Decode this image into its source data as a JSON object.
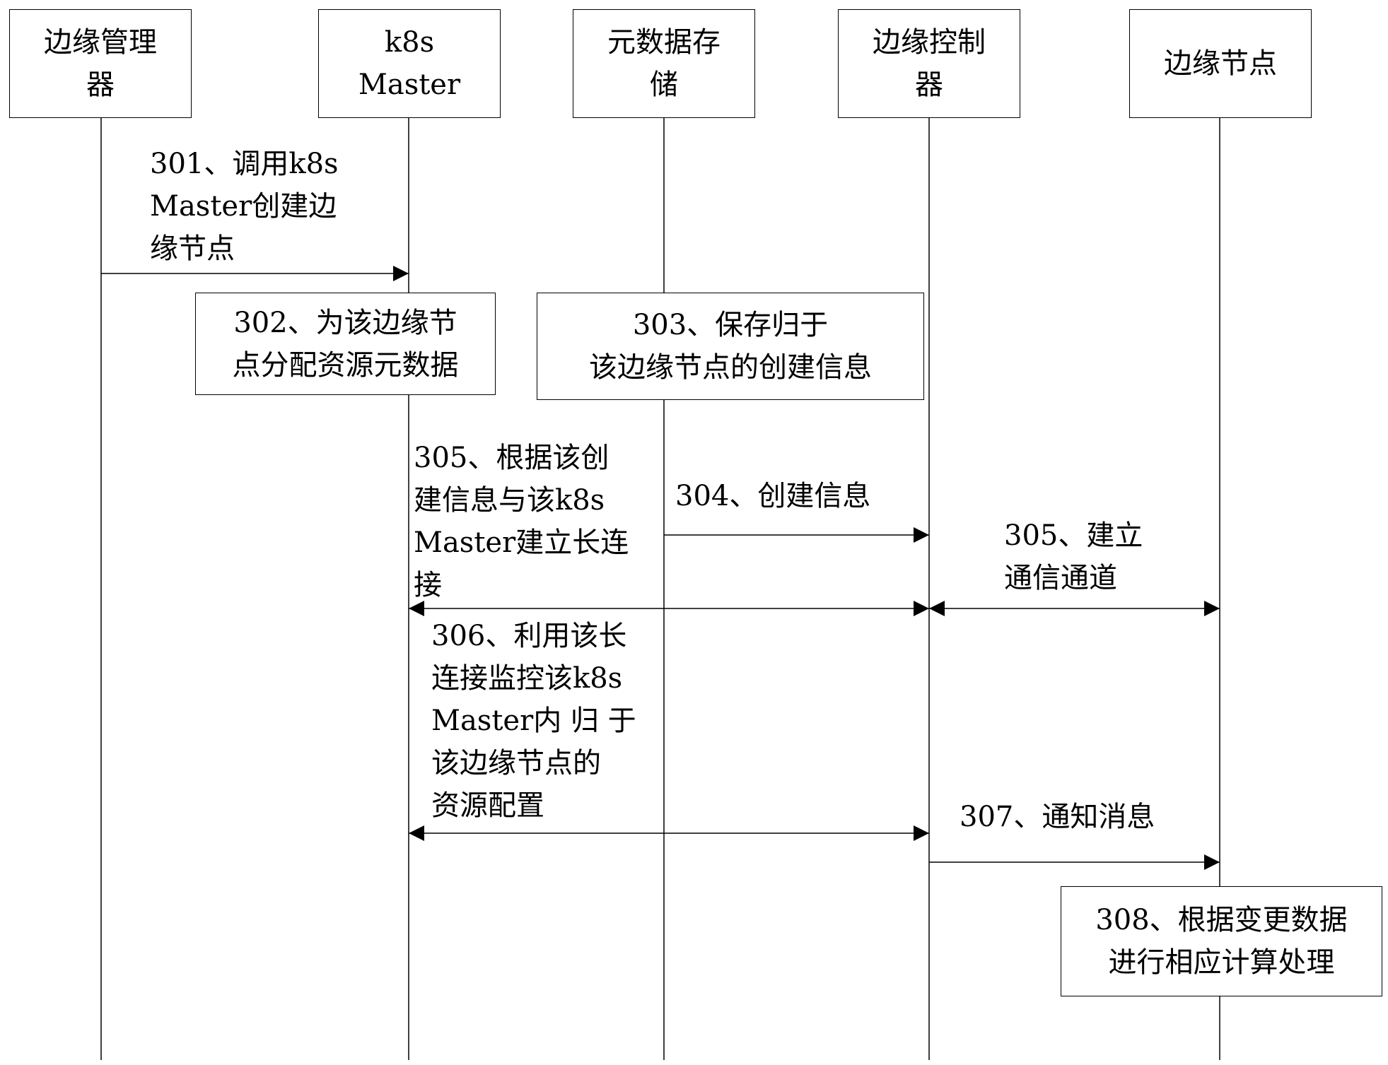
{
  "participants": [
    {
      "id": "p1",
      "label": "边缘管理\n器"
    },
    {
      "id": "p2",
      "label": "k8s\nMaster"
    },
    {
      "id": "p3",
      "label": "元数据存\n储"
    },
    {
      "id": "p4",
      "label": "边缘控制\n器"
    },
    {
      "id": "p5",
      "label": "边缘节点"
    }
  ],
  "messages": {
    "m301": "301、调用k8s\nMaster创建边\n缘节点",
    "m304": "304、创建信息",
    "m305a": "305、根据该创\n建信息与该k8s\nMaster建立长连\n接",
    "m305b": "305、建立\n通信通道",
    "m306": "306、利用该长\n连接监控该k8s\nMaster内 归 于\n该边缘节点的\n资源配置",
    "m307": "307、通知消息"
  },
  "process_boxes": {
    "b302": "302、为该边缘节\n点分配资源元数据",
    "b303": "303、保存归于\n该边缘节点的创建信息",
    "b308": "308、根据变更数据\n进行相应计算处理"
  }
}
